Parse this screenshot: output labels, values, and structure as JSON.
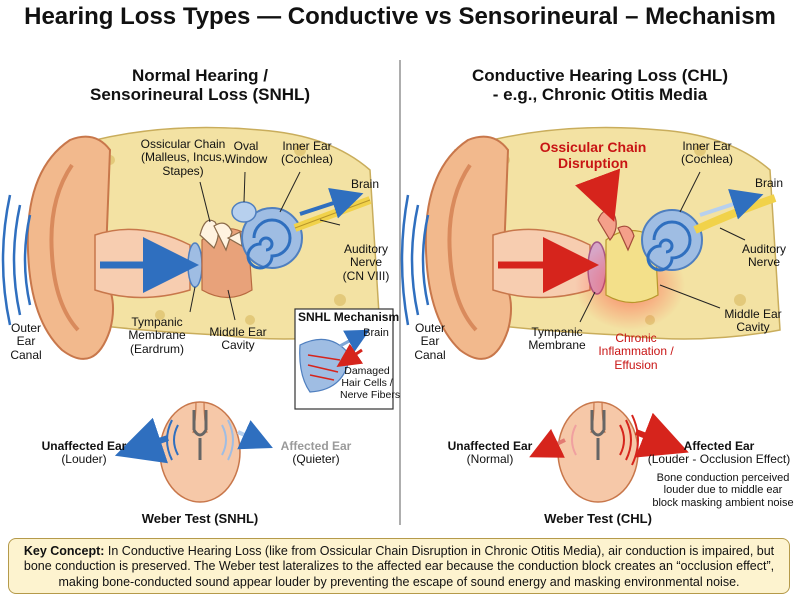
{
  "title": "Hearing Loss Types — Conductive vs Sensorineural – Mechanism",
  "left": {
    "heading_line1": "Normal Hearing /",
    "heading_line2": "Sensorineural Loss (SNHL)",
    "ossicular_line1": "Ossicular Chain",
    "ossicular_line2": "(Malleus, Incus,",
    "ossicular_line3": "Stapes)",
    "oval_line1": "Oval",
    "oval_line2": "Window",
    "inner_line1": "Inner Ear",
    "inner_line2": "(Cochlea)",
    "brain": "Brain",
    "nerve_line1": "Auditory",
    "nerve_line2": "Nerve",
    "nerve_line3": "(CN VIII)",
    "outer_line1": "Outer",
    "outer_line2": "Ear",
    "outer_line3": "Canal",
    "tympanic_line1": "Tympanic",
    "tympanic_line2": "Membrane",
    "tympanic_line3": "(Eardrum)",
    "middle_line1": "Middle Ear",
    "middle_line2": "Cavity",
    "inset_title": "SNHL Mechanism",
    "inset_brain": "Brain",
    "inset_damaged_line1": "Damaged",
    "inset_damaged_line2": "Hair Cells /",
    "inset_damaged_line3": "Nerve Fibers",
    "unaffected_title": "Unaffected Ear",
    "unaffected_sub": "(Louder)",
    "affected_title": "Affected Ear",
    "affected_sub": "(Quieter)",
    "weber": "Weber Test (SNHL)"
  },
  "right": {
    "heading_line1": "Conductive Hearing Loss (CHL)",
    "heading_line2": "- e.g., Chronic Otitis Media",
    "disruption_line1": "Ossicular Chain",
    "disruption_line2": "Disruption",
    "inner_line1": "Inner Ear",
    "inner_line2": "(Cochlea)",
    "brain": "Brain",
    "nerve_line1": "Auditory",
    "nerve_line2": "Nerve",
    "outer_line1": "Outer",
    "outer_line2": "Ear",
    "outer_line3": "Canal",
    "tympanic_line1": "Tympanic",
    "tympanic_line2": "Membrane",
    "inflam_line1": "Chronic",
    "inflam_line2": "Inflammation /",
    "inflam_line3": "Effusion",
    "middle_line1": "Middle Ear",
    "middle_line2": "Cavity",
    "unaffected_title": "Unaffected Ear",
    "unaffected_sub": "(Normal)",
    "affected_title": "Affected Ear",
    "affected_sub": "(Louder - Occlusion Effect)",
    "bone_line1": "Bone conduction perceived",
    "bone_line2": "louder due to middle ear",
    "bone_line3": "block masking ambient noise",
    "weber": "Weber Test (CHL)"
  },
  "key": {
    "label": "Key Concept:",
    "text": " In Conductive Hearing Loss (like from Ossicular Chain Disruption in Chronic Otitis Media), air conduction is impaired, but bone conduction is preserved. The Weber test lateralizes to the affected ear because the conduction block creates an “occlusion effect”, making bone-conducted sound appear louder by preventing the escape of sound energy and masking environmental noise."
  },
  "colors": {
    "skin": "#f2b98d",
    "skin_dark": "#d98a5c",
    "bone": "#f3e2a3",
    "cochlea": "#9fbde3",
    "nerve": "#f1d24a",
    "blue_arrow": "#2f6fbf",
    "red_arrow": "#d6241c",
    "key_bg": "#fdf3cf"
  }
}
